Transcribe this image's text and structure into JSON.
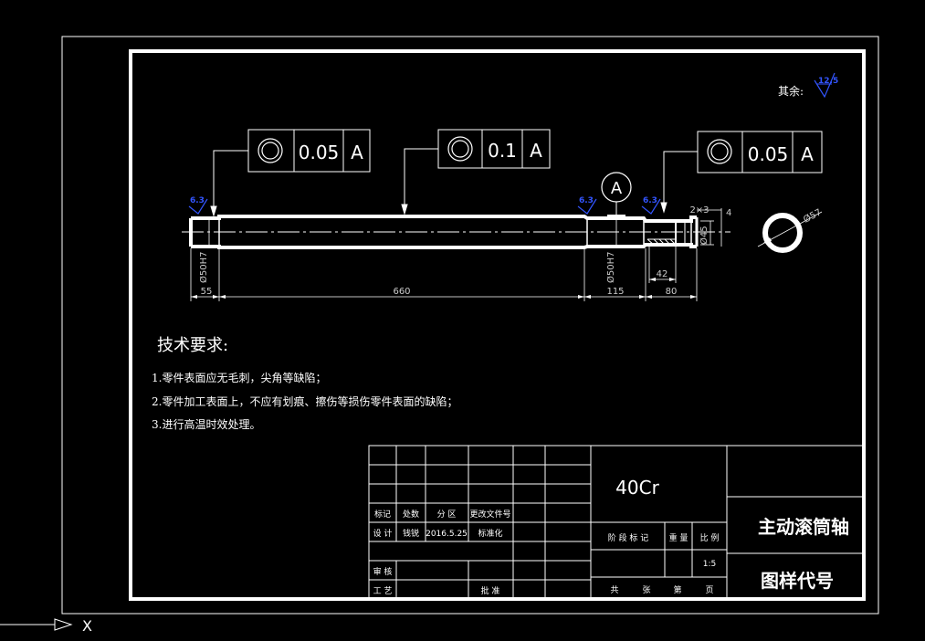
{
  "colors": {
    "background": "#000000",
    "line": "#ffffff",
    "dim": "#cccccc",
    "annotation": "#3355ff"
  },
  "roughness": {
    "general_label": "其余:",
    "general_value": "12.5",
    "local_value": "6.3"
  },
  "tolerances": [
    {
      "symbol": "concentricity",
      "value": "0.05",
      "datum": "A"
    },
    {
      "symbol": "concentricity",
      "value": "0.1",
      "datum": "A"
    },
    {
      "symbol": "concentricity",
      "value": "0.05",
      "datum": "A"
    }
  ],
  "datum_label": "A",
  "dimensions": {
    "d55": "55",
    "d660": "660",
    "d115": "115",
    "d80": "80",
    "d42": "42",
    "dia_left": "Ø50H7",
    "dia_mid": "Ø50H7",
    "dia_end": "Ø45",
    "chamfer": "2×3",
    "small": "4",
    "section_dia": "Ø57"
  },
  "tech": {
    "title": "技术要求:",
    "lines": [
      "1.零件表面应无毛刺，尖角等缺陷；",
      "2.零件加工表面上，不应有划痕、擦伤等损伤零件表面的缺陷；",
      "3.进行高温时效处理。"
    ]
  },
  "title_block": {
    "material": "40Cr",
    "part_name": "主动滚筒轴",
    "drawing_code": "图样代号",
    "row_mark": [
      "标记",
      "处数",
      "分 区",
      "更改文件号"
    ],
    "row_design": [
      "设 计",
      "钱锐",
      "2016.5.25",
      "标准化"
    ],
    "review": "审 核",
    "process": "工 艺",
    "approve": "批 准",
    "stage_row": [
      "阶 段 标 记",
      "重 量",
      "比 例"
    ],
    "scale": "1:5",
    "sheets": [
      "共",
      "张",
      "第",
      "页"
    ]
  },
  "ucs": {
    "x_label": "X"
  }
}
